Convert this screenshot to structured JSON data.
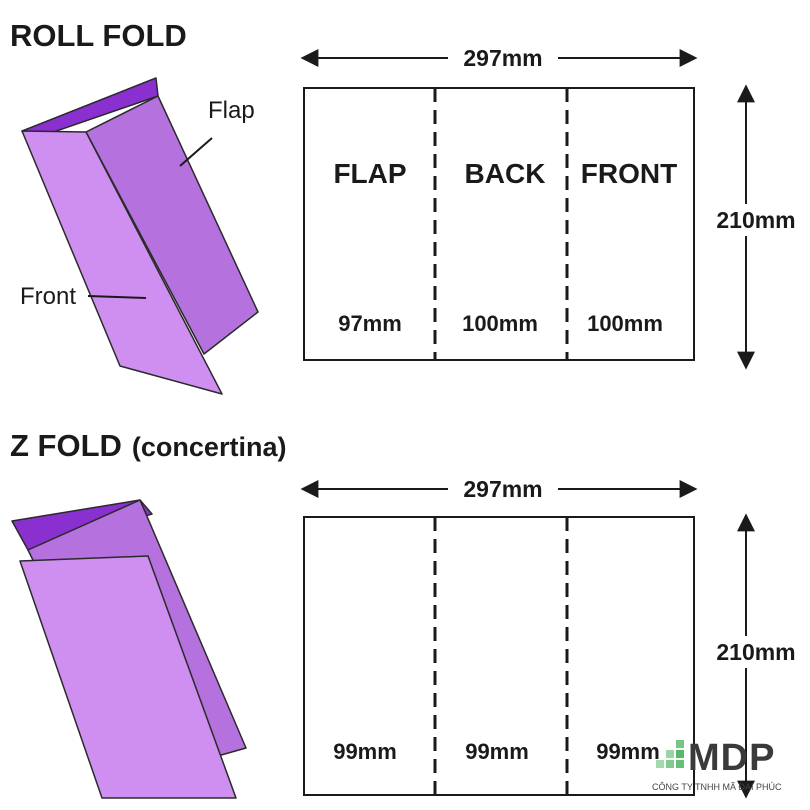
{
  "roll_fold": {
    "title": "ROLL FOLD",
    "width_label": "297mm",
    "height_label": "210mm",
    "panels": [
      {
        "name": "FLAP",
        "width": "97mm"
      },
      {
        "name": "BACK",
        "width": "100mm"
      },
      {
        "name": "FRONT",
        "width": "100mm"
      }
    ],
    "callouts": {
      "flap": "Flap",
      "front": "Front"
    }
  },
  "z_fold": {
    "title": "Z FOLD",
    "subtitle": "(concertina)",
    "width_label": "297mm",
    "height_label": "210mm",
    "panels": [
      {
        "width": "99mm"
      },
      {
        "width": "99mm"
      },
      {
        "width": "99mm"
      }
    ]
  },
  "logo": {
    "text": "MDP",
    "subtext": "CÔNG TY TNHH MÃ ĐẠI PHÚC"
  },
  "colors": {
    "paper_light": "#cf8ff0",
    "paper_mid": "#b571dd",
    "paper_dark": "#8a2fd0",
    "outline": "#2a2a2a",
    "logo_green": "#56b96a"
  }
}
